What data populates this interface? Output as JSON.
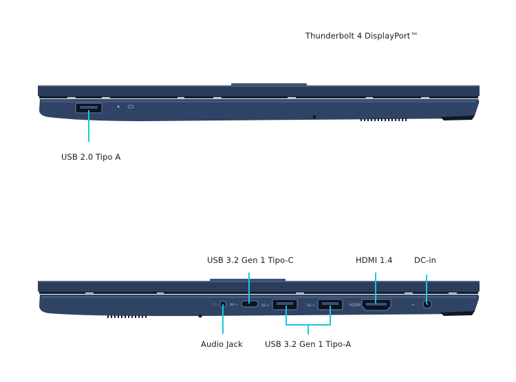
{
  "top_view": {
    "labels": {
      "thunderbolt": "Thunderbolt 4 DisplayPort™",
      "usb2": "USB 2.0 Tipo A"
    }
  },
  "bottom_view": {
    "labels": {
      "usb_c": "USB 3.2 Gen 1 Tipo-C",
      "hdmi": "HDMI 1.4",
      "dc_in": "DC-in",
      "audio": "Audio Jack",
      "usb_a": "USB 3.2 Gen 1 Tipo-A"
    },
    "port_glyphs": {
      "hdmi_text": "HDMI"
    }
  },
  "colors": {
    "chassis": "#2c3f5e",
    "chassis_dark": "#1c2a42",
    "chassis_light": "#4a6389",
    "callout": "#1fc4e0",
    "port": "#0c1422"
  }
}
